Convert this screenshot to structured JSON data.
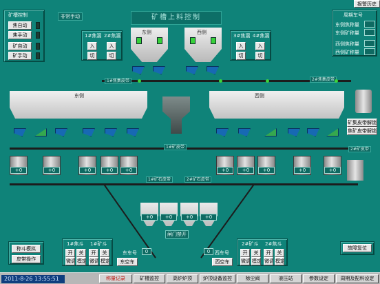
{
  "alarm_history": "报警历史",
  "title": "矿槽上料控制",
  "non_normal_button": "非常手动",
  "mine_control": {
    "header": "矿槽控制",
    "items": [
      {
        "label": "焦自动",
        "on": false
      },
      {
        "label": "焦手动",
        "on": false
      },
      {
        "label": "矿自动",
        "on": false
      },
      {
        "label": "矿手动",
        "on": false
      }
    ]
  },
  "weekly_car": {
    "header": "周期车号",
    "rows": [
      {
        "label": "东侧焦称量",
        "value": ""
      },
      {
        "label": "东侧矿称量",
        "value": ""
      },
      {
        "label": "西侧焦称量",
        "value": ""
      },
      {
        "label": "西侧矿称量",
        "value": ""
      }
    ]
  },
  "coke_left": {
    "heads": [
      "1#焦漏",
      "2#焦漏"
    ],
    "in_label": "入",
    "cut_label": "切"
  },
  "coke_right": {
    "heads": [
      "3#焦漏",
      "4#焦漏"
    ],
    "in_label": "入",
    "cut_label": "切"
  },
  "top_hoppers": {
    "east": "东侧",
    "west": "西侧"
  },
  "belts": {
    "top_left": "1#焦集皮带",
    "top_right": "2#焦集皮带",
    "mid_center": "1#矿皮带",
    "right_side": "2#矿皮带",
    "low_left": "1#矿石皮带",
    "low_right": "2#矿石皮带"
  },
  "bins": {
    "east": "东侧",
    "west": "西侧"
  },
  "values": {
    "zero": "+0"
  },
  "release_labels": [
    "矿集皮带解锁",
    "焦矿皮带解锁"
  ],
  "gate_label": "闸门禁开",
  "sim_buttons": [
    "称斗模拟",
    "皮带操作"
  ],
  "bottom_left": {
    "heads": [
      "1#焦斗",
      "1#矿斗"
    ],
    "open": "开",
    "close": "关",
    "fine": "微调",
    "mode": "模定"
  },
  "bottom_right": {
    "heads": [
      "2#矿斗",
      "2#焦斗"
    ],
    "open": "开",
    "close": "关",
    "fine": "微调",
    "mode": "模定"
  },
  "east_car": {
    "label": "东车号",
    "value": "0",
    "button": "东空车"
  },
  "west_car": {
    "label": "西车号",
    "value": "0",
    "button": "西空车"
  },
  "fault_reset": "故障复位",
  "status_datetime": "2011-8-26 13:55:51",
  "footer_buttons": [
    "称量记录",
    "矿槽监控",
    "高炉炉顶",
    "炉顶设备监控",
    "除尘阀",
    "液压站",
    "参数设定",
    "周期及配料设定"
  ]
}
